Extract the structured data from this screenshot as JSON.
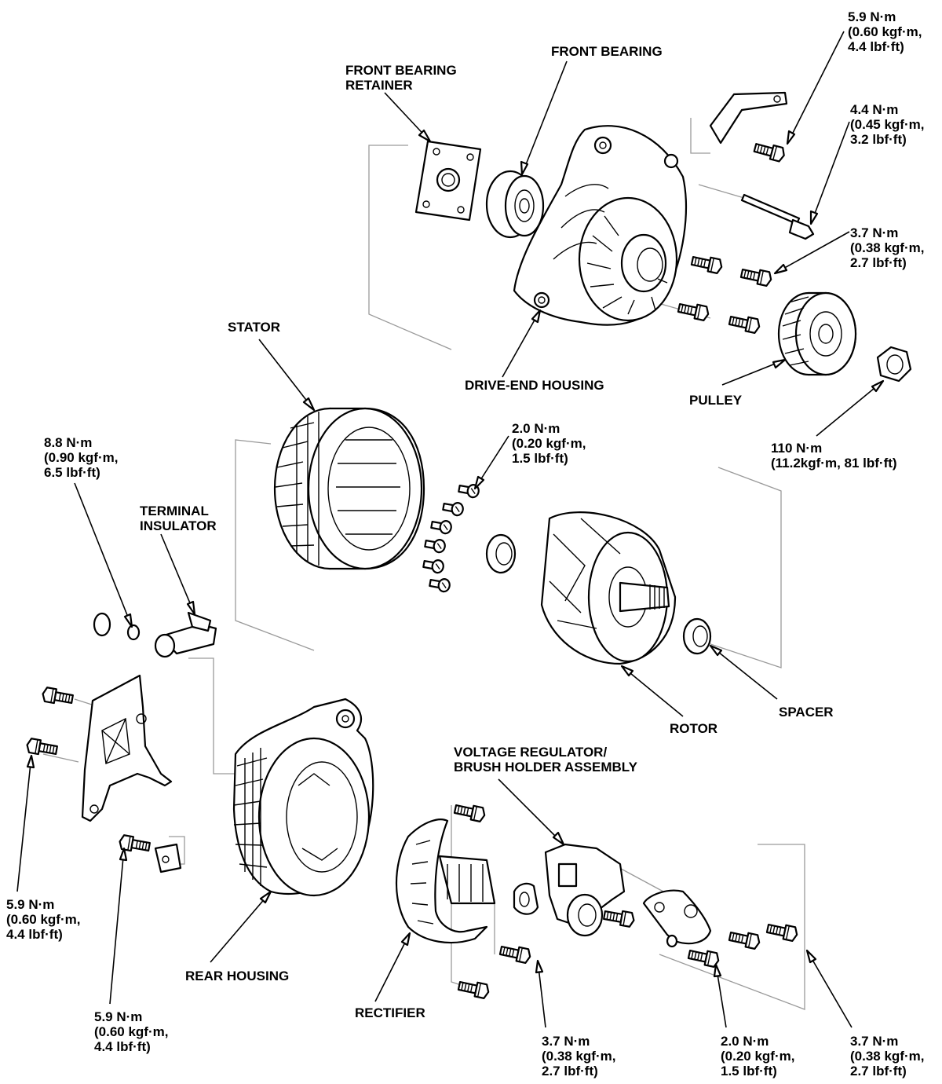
{
  "labels": {
    "front_bearing_retainer": [
      "FRONT BEARING",
      "RETAINER"
    ],
    "front_bearing": "FRONT BEARING",
    "drive_end_housing": "DRIVE-END HOUSING",
    "pulley": "PULLEY",
    "stator": "STATOR",
    "terminal_insulator": [
      "TERMINAL",
      "INSULATOR"
    ],
    "rotor": "ROTOR",
    "spacer": "SPACER",
    "voltage_regulator": [
      "VOLTAGE REGULATOR/",
      "BRUSH HOLDER ASSEMBLY"
    ],
    "rear_housing": "REAR HOUSING",
    "rectifier": "RECTIFIER"
  },
  "torques": {
    "bracket_bolt": [
      "5.9 N·m",
      "(0.60 kgf·m,",
      "4.4 lbf·ft)"
    ],
    "through_bolt": [
      "4.4 N·m",
      "(0.45 kgf·m,",
      "3.2 lbf·ft)"
    ],
    "drive_end_bolt": [
      "3.7 N·m",
      "(0.38 kgf·m,",
      "2.7 lbf·ft)"
    ],
    "pulley_nut": [
      "110 N·m",
      "(11.2kgf·m, 81 lbf·ft)"
    ],
    "stator_screws": [
      "2.0 N·m",
      "(0.20 kgf·m,",
      "1.5 lbf·ft)"
    ],
    "terminal_nut": [
      "8.8 N·m",
      "(0.90 kgf·m,",
      "6.5 lbf·ft)"
    ],
    "rear_cover_bolt": [
      "5.9 N·m",
      "(0.60 kgf·m,",
      "4.4 lbf·ft)"
    ],
    "rear_housing_bolt": [
      "5.9 N·m",
      "(0.60 kgf·m,",
      "4.4 lbf·ft)"
    ],
    "rectifier_bolt": [
      "3.7 N·m",
      "(0.38 kgf·m,",
      "2.7 lbf·ft)"
    ],
    "regulator_screw": [
      "2.0 N·m",
      "(0.20 kgf·m,",
      "1.5 lbf·ft)"
    ],
    "end_cover_bolt": [
      "3.7 N·m",
      "(0.38 kgf·m,",
      "2.7 lbf·ft)"
    ]
  }
}
